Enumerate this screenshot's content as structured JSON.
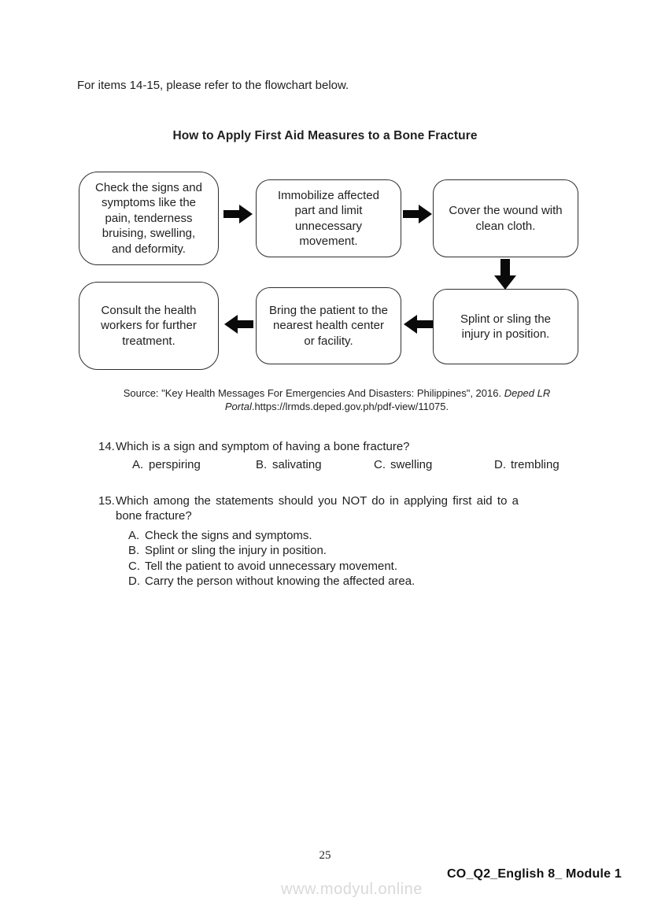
{
  "page": {
    "intro": "For items 14-15, please refer to the flowchart below.",
    "title": "How to Apply First Aid Measures to a Bone Fracture"
  },
  "colors": {
    "text": "#1f1f1f",
    "box_border": "#2e2e2e",
    "arrow_fill": "#0a0a0a",
    "watermark": "#d9d9d9"
  },
  "flowchart": {
    "boxes": [
      {
        "text": "Check the signs and\nsymptoms like the\npain, tenderness\nbruising, swelling,\nand deformity."
      },
      {
        "text": "Immobilize affected\npart and limit\nunnecessary\nmovement."
      },
      {
        "text": "Cover the wound with\nclean cloth."
      },
      {
        "text": "Splint or sling the\ninjury in position."
      },
      {
        "text": "Bring the patient to the\nnearest health center\nor facility."
      },
      {
        "text": "Consult the health\nworkers for further\ntreatment."
      }
    ],
    "arrows": [
      {
        "icon": "arrow-right-icon",
        "from": 1,
        "to": 2
      },
      {
        "icon": "arrow-right-icon",
        "from": 2,
        "to": 3
      },
      {
        "icon": "arrow-down-icon",
        "from": 3,
        "to": 4
      },
      {
        "icon": "arrow-left-icon",
        "from": 4,
        "to": 5
      },
      {
        "icon": "arrow-left-icon",
        "from": 5,
        "to": 6
      }
    ]
  },
  "source": {
    "prefix": "Source: \"Key Health Messages For Emergencies And Disasters: Philippines\", 2016. ",
    "italic": "Deped LR Portal",
    "suffix": ".https://lrmds.deped.gov.ph/pdf-view/11075."
  },
  "questions": [
    {
      "number": "14.",
      "text": "Which is a sign and symptom of having a bone fracture?",
      "options": [
        {
          "letter": "A.",
          "text": "perspiring"
        },
        {
          "letter": "B.",
          "text": "salivating"
        },
        {
          "letter": "C.",
          "text": "swelling"
        },
        {
          "letter": "D.",
          "text": "trembling"
        }
      ]
    },
    {
      "number": "15.",
      "text": "Which among the statements should you NOT do in applying first aid to a bone fracture?",
      "options": [
        {
          "letter": "A.",
          "text": "Check the signs and symptoms."
        },
        {
          "letter": "B.",
          "text": "Splint or sling the injury in position."
        },
        {
          "letter": "C.",
          "text": "Tell the patient to avoid unnecessary movement."
        },
        {
          "letter": "D.",
          "text": "Carry the person without knowing the affected area."
        }
      ]
    }
  ],
  "footer": {
    "page_number": "25",
    "module": "CO_Q2_English 8_ Module 1",
    "watermark": "www.modyul.online"
  }
}
